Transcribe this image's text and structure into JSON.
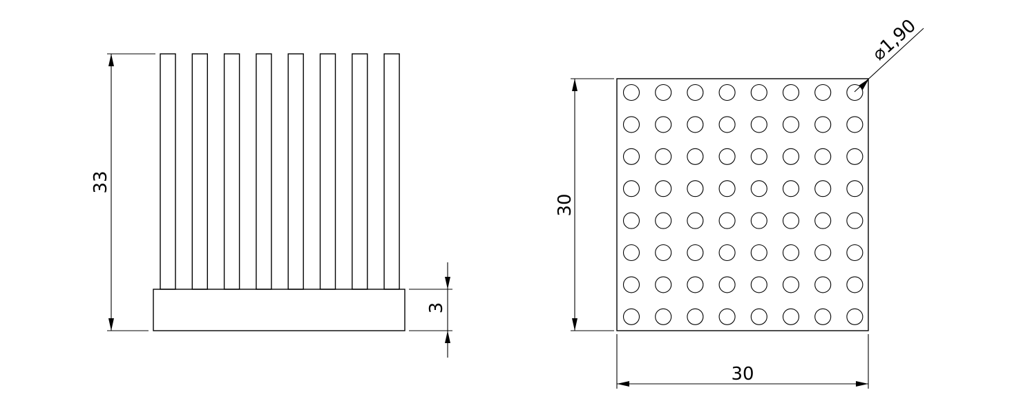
{
  "side_view": {
    "height_dim": "33",
    "base_thickness_dim": "3",
    "fin_count": 8
  },
  "top_view": {
    "width_dim": "30",
    "height_dim": "30",
    "pin_diameter_dim": "⌀1,90",
    "pin_rows": 8,
    "pin_cols": 8
  }
}
